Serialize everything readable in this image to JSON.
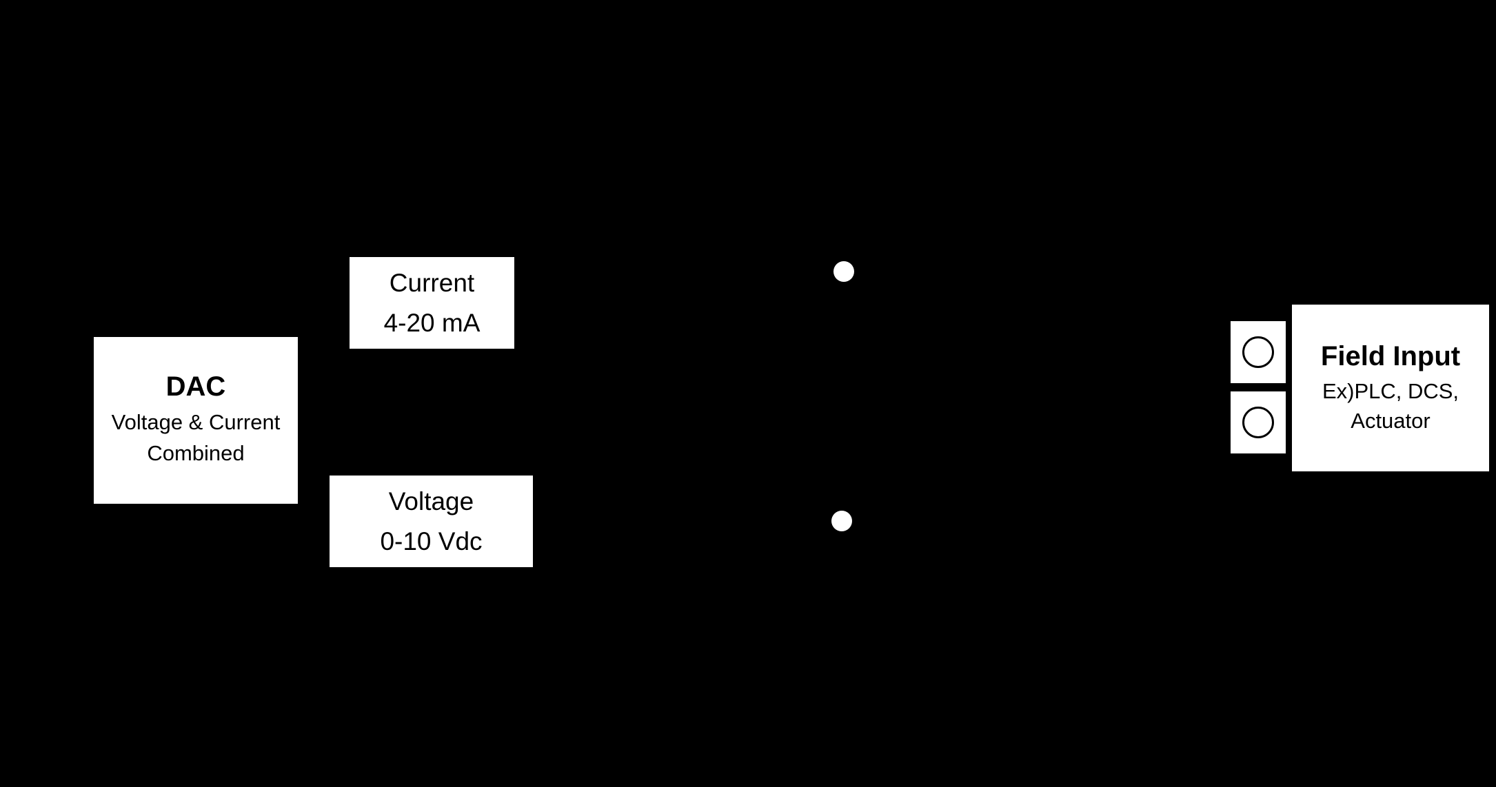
{
  "colors": {
    "background": "#000000",
    "box_fill": "#ffffff",
    "text": "#000000"
  },
  "diagram": {
    "dac": {
      "title": "DAC",
      "subtitle_line1": "Voltage & Current",
      "subtitle_line2": "Combined"
    },
    "current_output": {
      "line1": "Current",
      "line2": "4-20 mA"
    },
    "voltage_output": {
      "line1": "Voltage",
      "line2": "0-10 Vdc"
    },
    "field_input": {
      "title": "Field Input",
      "subtitle_line1": "Ex)PLC, DCS,",
      "subtitle_line2": "Actuator"
    }
  }
}
